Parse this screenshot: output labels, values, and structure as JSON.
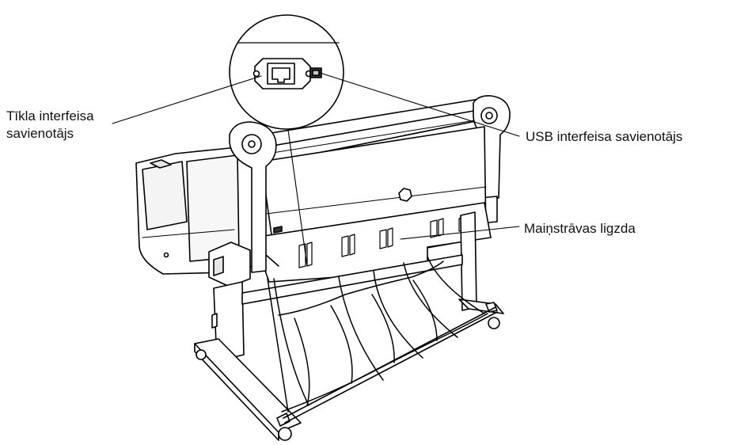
{
  "callouts": {
    "network": {
      "line1": "Tīkla interfeisa",
      "line2": "savienotājs"
    },
    "usb": {
      "text": "USB interfeisa savienotājs"
    },
    "ac": {
      "text": "Maiņstrāvas ligzda"
    }
  },
  "colors": {
    "stroke": "#000000",
    "fill": "#ffffff",
    "shade": "#e6e6e6"
  }
}
